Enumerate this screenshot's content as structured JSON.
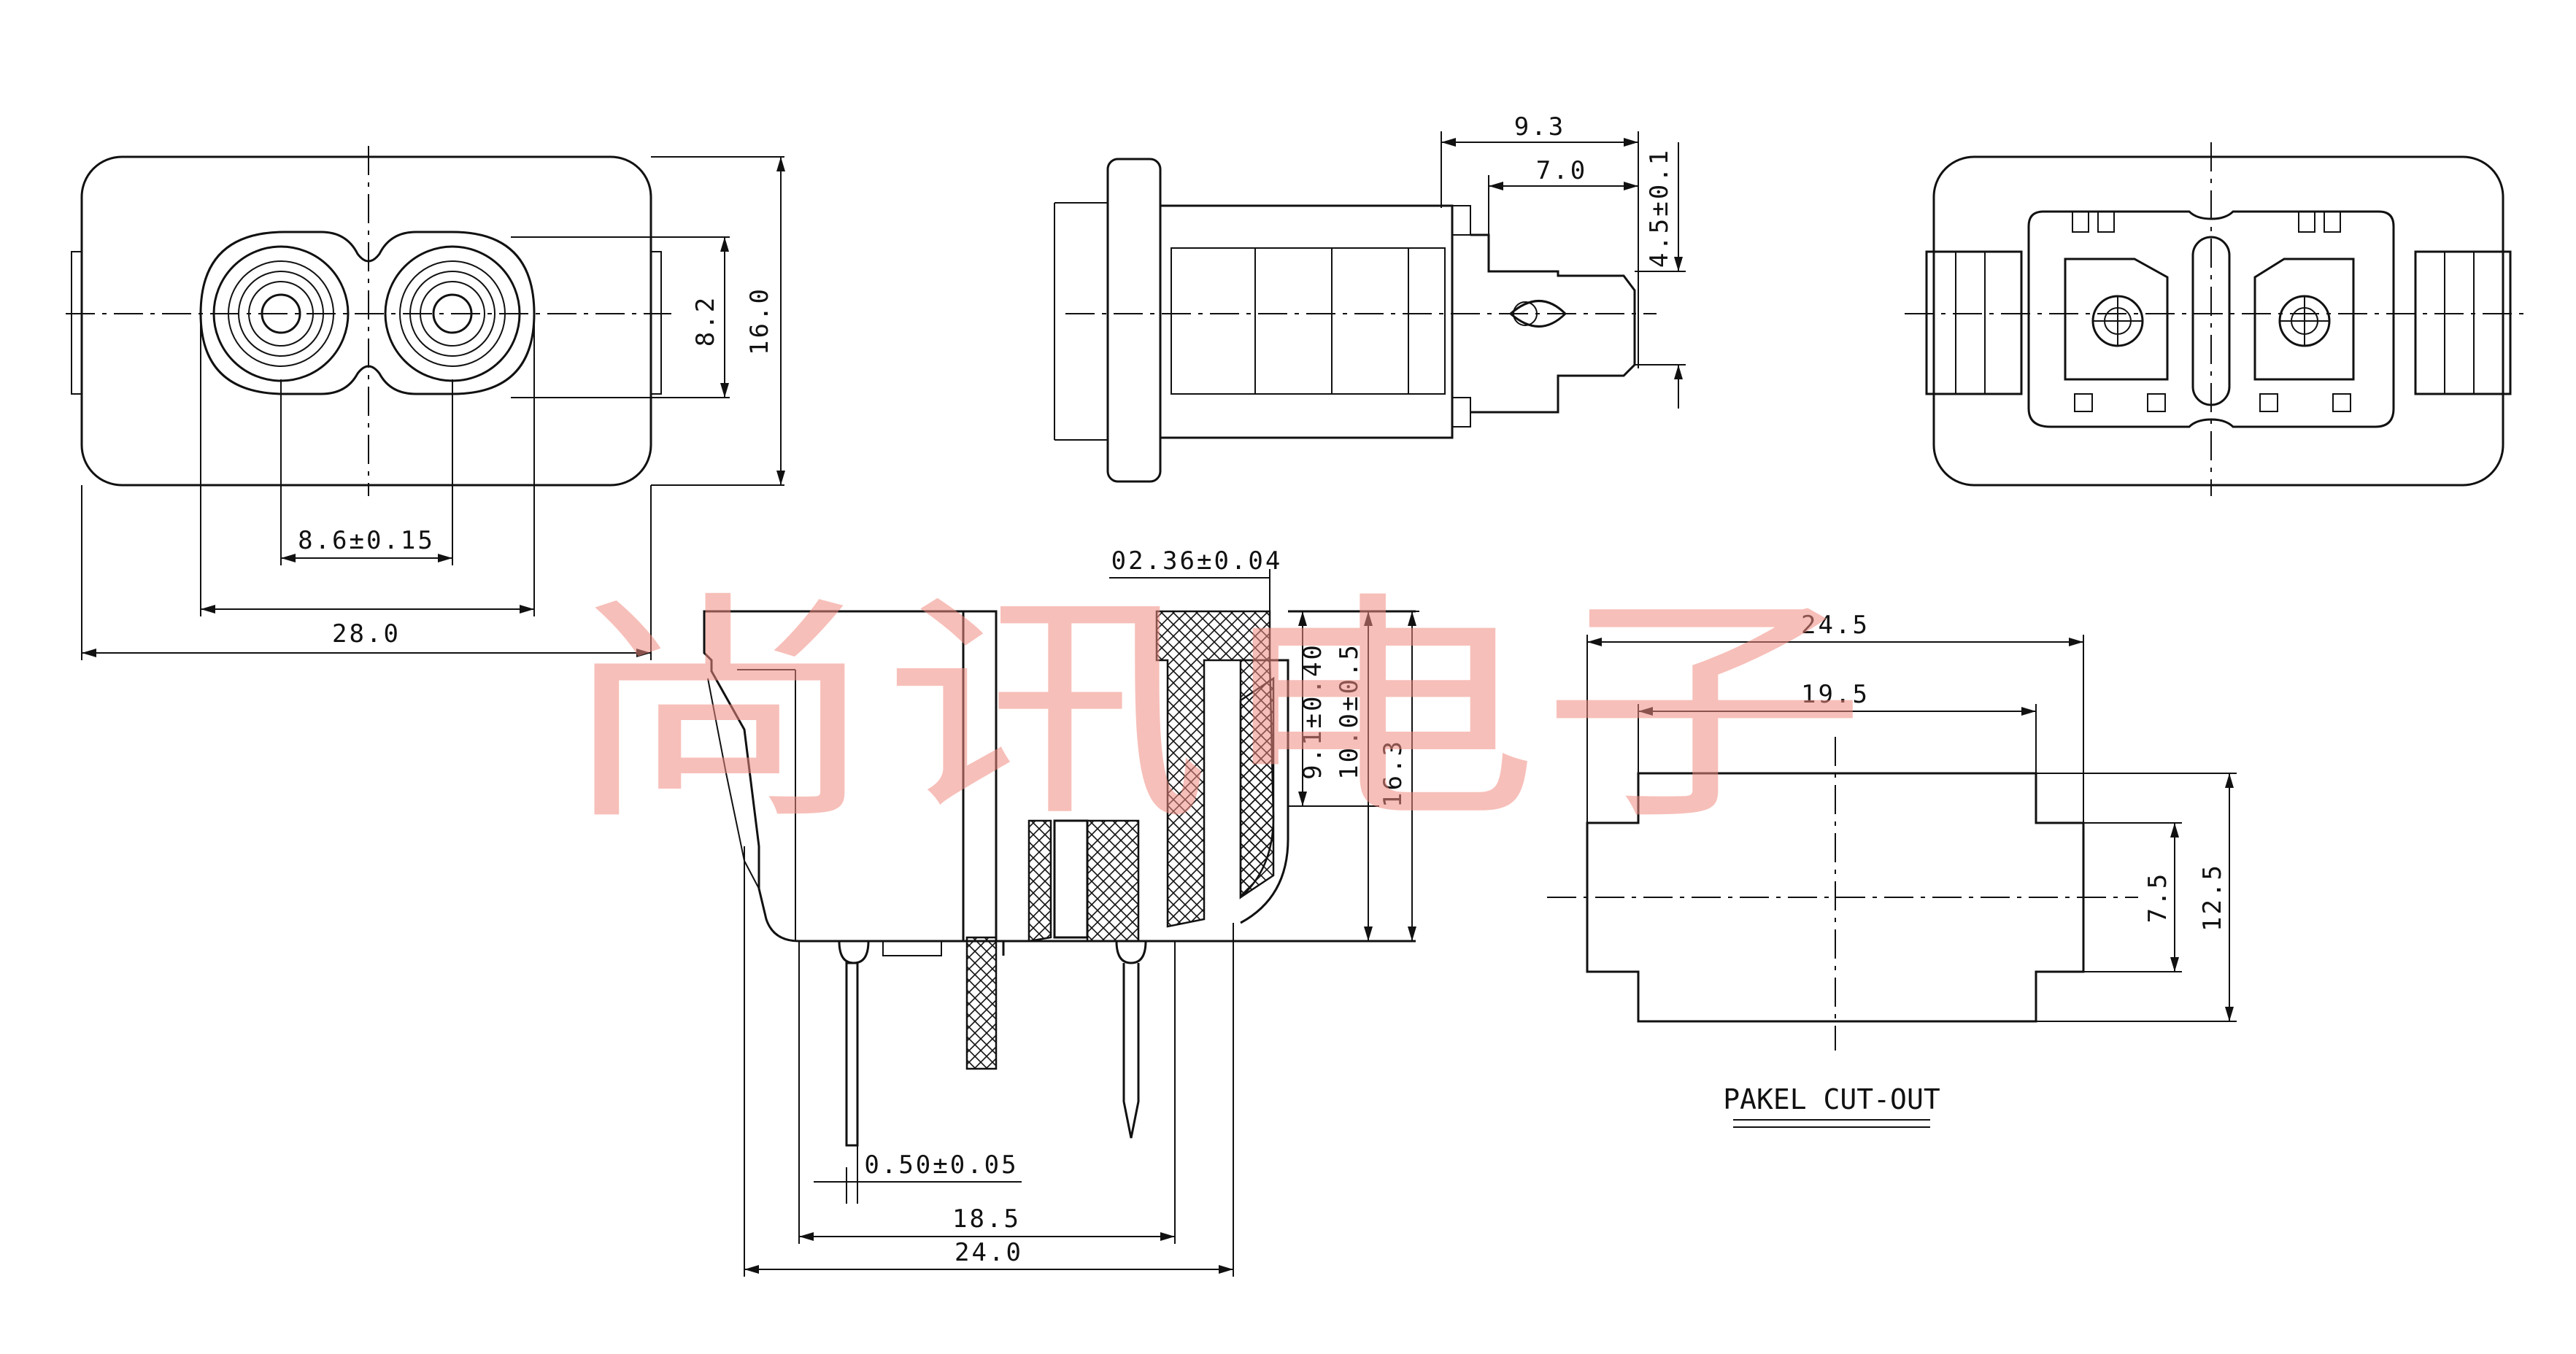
{
  "watermark": "尚讯电子",
  "note": "PAKEL CUT-OUT",
  "dims": {
    "front_width": "28.0",
    "front_height": "16.0",
    "slot_height": "8.2",
    "pin_pitch": "8.6±0.15",
    "top_total": "9.3",
    "top_inner": "7.0",
    "pin_offset": "4.5±0.1",
    "wall": "02.36±0.04",
    "h1": "9.1±0.40",
    "h2": "10.0±0.5",
    "h3": "16.3",
    "pin_thk": "0.50±0.05",
    "pin_span": "18.5",
    "side_width": "24.0",
    "cut_outer": "24.5",
    "cut_inner": "19.5",
    "cut_h_small": "7.5",
    "cut_h_big": "12.5"
  }
}
